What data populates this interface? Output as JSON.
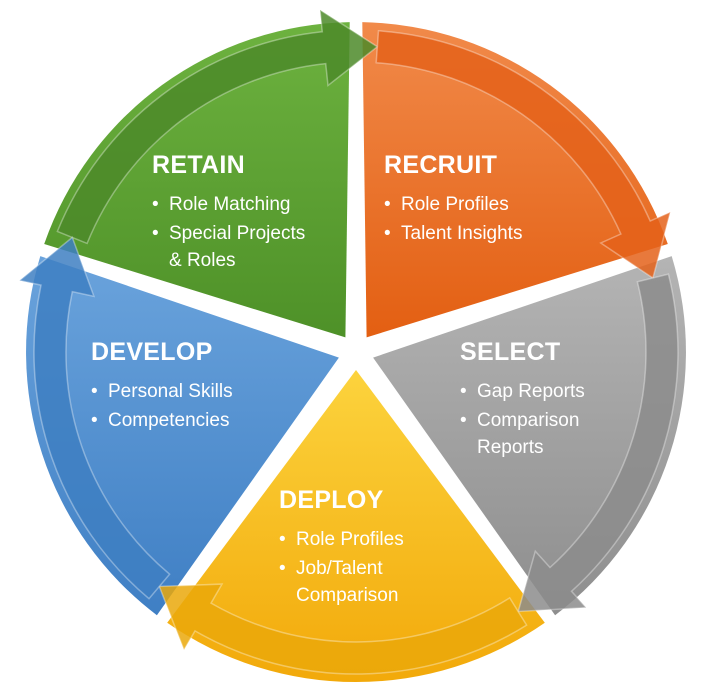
{
  "segments": [
    {
      "id": "retain",
      "title": "RETAIN",
      "color": "#5a9e33",
      "arrow_color": "#4c8a29",
      "bullets": [
        "Role Matching",
        "Special Projects",
        "& Roles"
      ]
    },
    {
      "id": "recruit",
      "title": "RECRUIT",
      "color": "#ea6a1f",
      "arrow_color": "#e4611a",
      "bullets": [
        "Role Profiles",
        "Talent Insights"
      ]
    },
    {
      "id": "select",
      "title": "SELECT",
      "color": "#9c9c9c",
      "arrow_color": "#8c8c8c",
      "bullets": [
        "Gap Reports",
        "Comparison",
        "Reports"
      ]
    },
    {
      "id": "deploy",
      "title": "DEPLOY",
      "color": "#f4b611",
      "arrow_color": "#eaa80b",
      "bullets": [
        "Role Profiles",
        "Job/Talent",
        "Comparison"
      ]
    },
    {
      "id": "develop",
      "title": "DEVELOP",
      "color": "#4f8fd0",
      "arrow_color": "#3e7fc2",
      "bullets": [
        "Personal Skills",
        "Competencies"
      ]
    }
  ]
}
